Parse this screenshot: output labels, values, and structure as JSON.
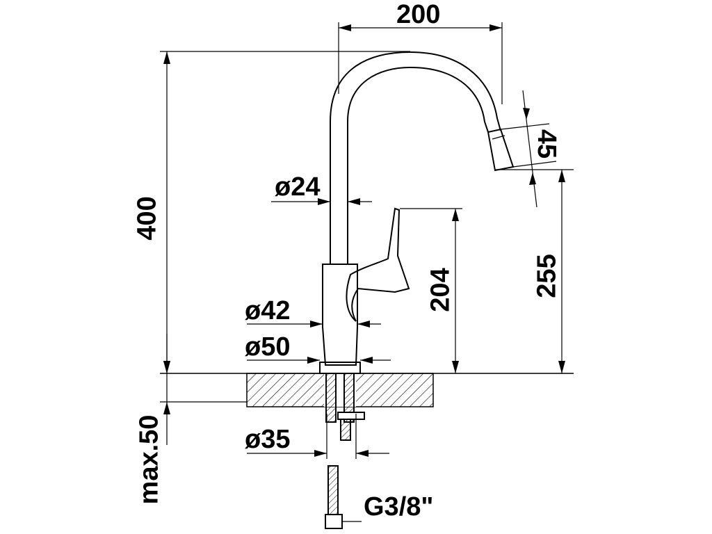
{
  "colors": {
    "ink": "#000000",
    "paper": "#ffffff"
  },
  "dimensions": {
    "width_total": "200",
    "height_total": "400",
    "spout_drop": "45",
    "spout_clearance": "255",
    "handle_height": "204",
    "spout_diameter": "ø24",
    "body_diameter": "ø42",
    "base_diameter": "ø50",
    "hole_diameter": "ø35",
    "countertop_thickness": "max.50",
    "hose_thread": "G3/8\""
  }
}
